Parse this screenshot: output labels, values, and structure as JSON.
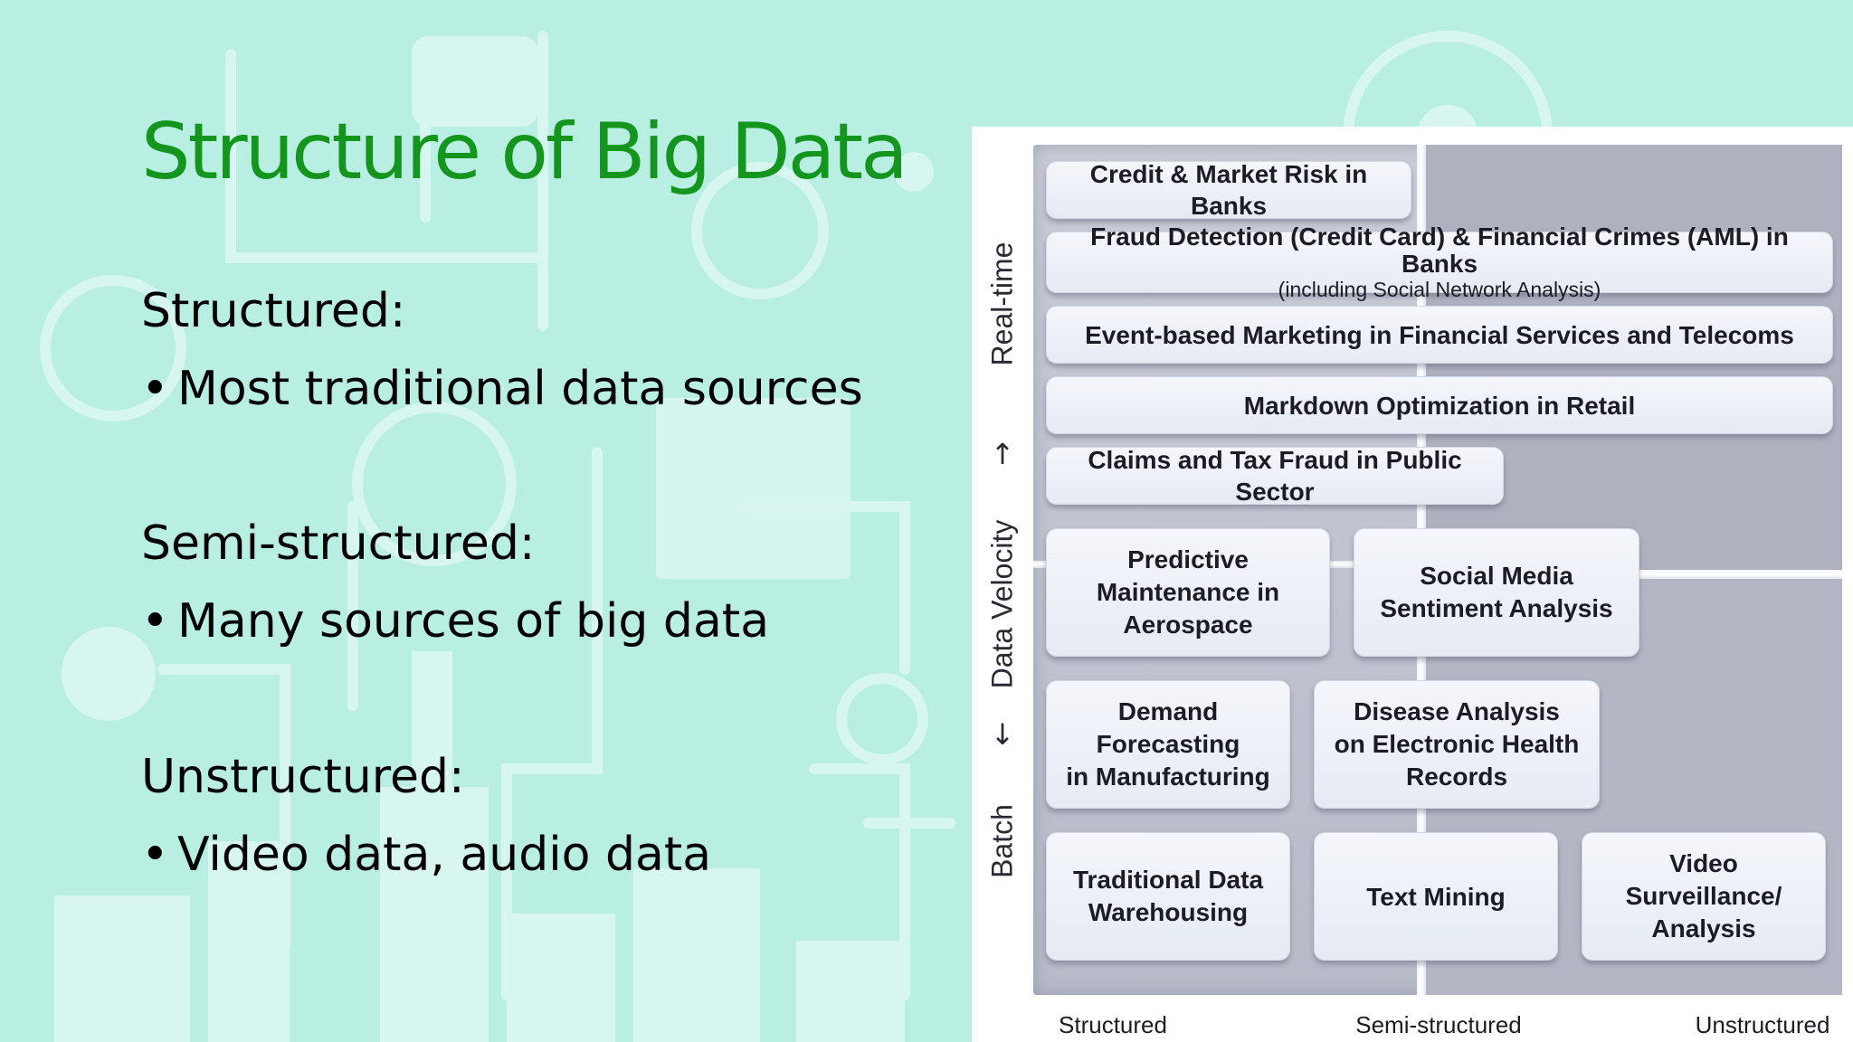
{
  "slide": {
    "title": "Structure of Big Data",
    "sections": [
      {
        "heading": "Structured:",
        "bullet": "Most traditional data sources"
      },
      {
        "heading": "Semi-structured:",
        "bullet": "Many sources of big data"
      },
      {
        "heading": "Unstructured:",
        "bullet": "Video data, audio data"
      }
    ],
    "bullet_char": "•"
  },
  "chart": {
    "y_axis": {
      "top_label": "Real-time",
      "middle_label": "Data Velocity",
      "bottom_label": "Batch",
      "up_arrow": "↑",
      "down_arrow": "↓"
    },
    "x_axis": {
      "left": "Structured",
      "middle": "Semi-structured",
      "right": "Unstructured"
    },
    "boxes": {
      "credit": "Credit & Market Risk in Banks",
      "fraud": "Fraud Detection (Credit Card) & Financial Crimes (AML) in Banks",
      "fraud_sub": "(including Social Network Analysis)",
      "event": "Event-based Marketing in Financial Services and Telecoms",
      "markdown": "Markdown Optimization in Retail",
      "claims": "Claims and Tax Fraud in Public Sector",
      "predictive": [
        "Predictive",
        "Maintenance in",
        "Aerospace"
      ],
      "social": [
        "Social Media",
        "Sentiment Analysis"
      ],
      "demand": [
        "Demand Forecasting",
        "in Manufacturing"
      ],
      "disease": [
        "Disease Analysis",
        "on Electronic Health",
        "Records"
      ],
      "warehousing": [
        "Traditional Data",
        "Warehousing"
      ],
      "text_mining": "Text Mining",
      "video": [
        "Video Surveillance/",
        "Analysis"
      ]
    }
  },
  "colors": {
    "background": "#b9eee3",
    "title": "#14961e"
  }
}
